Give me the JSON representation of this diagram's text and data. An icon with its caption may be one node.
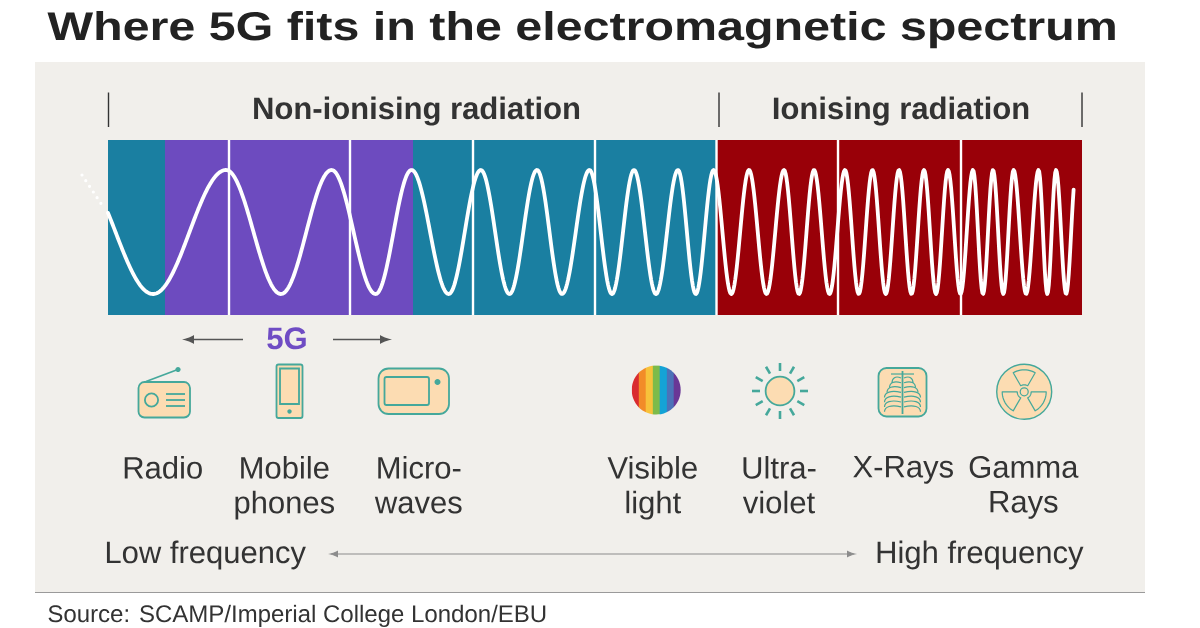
{
  "diagram": {
    "title": "Where 5G fits in the electromagnetic spectrum",
    "caption": "Source: SCAMP/Imperial College London/EBU",
    "labels": [
      "Non-ionising radiation",
      "Ionising radiation",
      "5G",
      "Radio",
      "Mobile phones",
      "Micro- waves",
      "Visible light",
      "Ultra- violet",
      "X-Rays",
      "Gamma Rays",
      "Low frequency",
      "High frequency"
    ]
  }
}
